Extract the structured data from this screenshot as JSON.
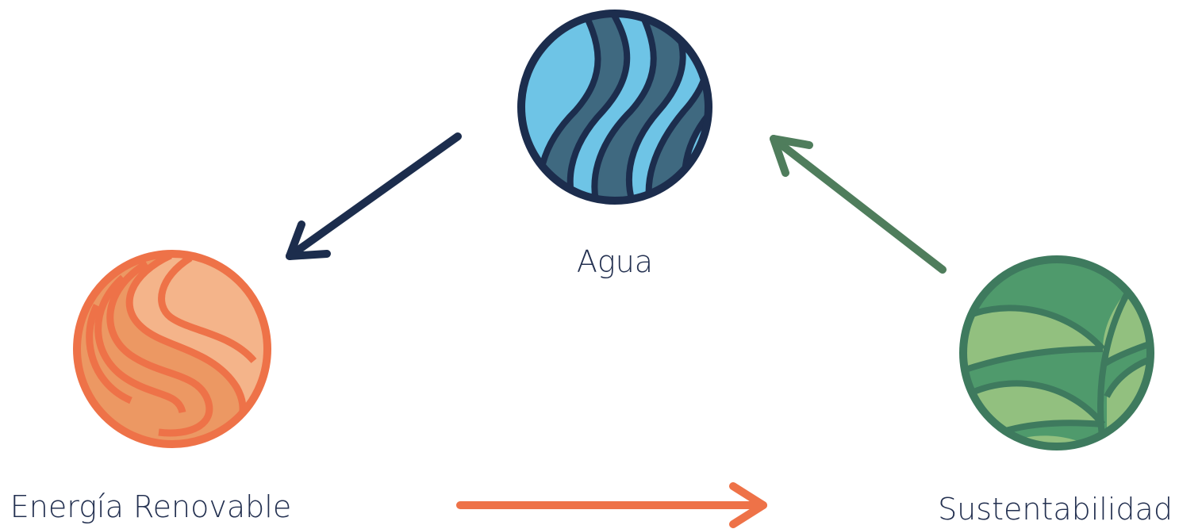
{
  "diagram": {
    "nodes": {
      "water": {
        "label": "Agua",
        "icon": "water-waves-icon"
      },
      "energy": {
        "label": "Energía Renovable",
        "icon": "flame-swirl-icon"
      },
      "sustainability": {
        "label": "Sustentabilidad",
        "icon": "leaf-icon"
      }
    },
    "edges": [
      {
        "from": "water",
        "to": "energy",
        "color": "#1c2d4d"
      },
      {
        "from": "energy",
        "to": "sustainability",
        "color": "#ee7248"
      },
      {
        "from": "sustainability",
        "to": "water",
        "color": "#4f7d5c"
      }
    ],
    "colors": {
      "label_text": "#233050",
      "water_light": "#6ec4e6",
      "water_dark": "#3f6980",
      "water_outline": "#1c2d4d",
      "fire_light": "#f4b48a",
      "fire_mid": "#ec9863",
      "fire_dark": "#ee7248",
      "leaf_light": "#92c07f",
      "leaf_dark": "#4f9a6c",
      "leaf_outline": "#3e7a5e"
    }
  }
}
